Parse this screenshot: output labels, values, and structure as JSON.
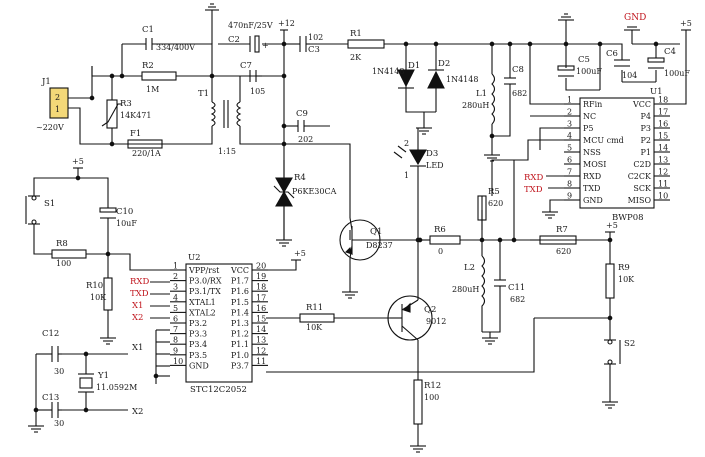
{
  "labels": {
    "C1": "C1",
    "C1_val": "334/400V",
    "C2": "C2",
    "C2_val": "470nF/25V",
    "plus12": "+12",
    "C3_val": "102",
    "C3": "C3",
    "R1": "R1",
    "R1_val": "2K",
    "D1": "D1",
    "D1_val": "1N4148",
    "D2": "D2",
    "D2_val": "1N4148",
    "L1": "L1",
    "L1_val": "280uH",
    "C8": "C8",
    "C8_val": "682",
    "C5": "C5",
    "C5_val": "100uF",
    "C6": "C6",
    "C6_val": "104",
    "C4": "C4",
    "C4_val": "100uF",
    "GND": "GND",
    "plus5_top": "+5",
    "J1": "J1",
    "J1_pin2": "2",
    "J1_pin1": "1",
    "J1_val": "~220V",
    "R2": "R2",
    "R2_val": "1M",
    "R3": "R3",
    "R3_val": "14K471",
    "F1": "F1",
    "F1_val": "220/1A",
    "C7": "C7",
    "C7_val": "105",
    "T1": "T1",
    "T1_val": "1:15",
    "C9": "C9",
    "C9_val": "202",
    "R4": "R4",
    "R4_val": "P6KE30CA",
    "D3": "D3",
    "D3_val": "LED",
    "D3_pin1": "1",
    "D3_pin2": "2",
    "R5": "R5",
    "R5_val": "620",
    "R6": "R6",
    "R6_val": "0",
    "R7": "R7",
    "R7_val": "620",
    "Q1": "Q1",
    "Q1_val": "D8237",
    "Q2": "Q2",
    "Q2_val": "9012",
    "L2": "L2",
    "L2_val": "280uH",
    "C11": "C11",
    "C11_val": "682",
    "S1": "S1",
    "plus5_s1": "+5",
    "C10": "C10",
    "C10_val": "10uF",
    "R8": "R8",
    "R8_val": "100",
    "R10": "R10",
    "R10_val": "10K",
    "R11": "R11",
    "R11_val": "10K",
    "R12": "R12",
    "R12_val": "100",
    "R9": "R9",
    "R9_val": "10K",
    "plus5_r9": "+5",
    "S2": "S2",
    "C12": "C12",
    "C12_val": "30",
    "C13": "C13",
    "C13_val": "30",
    "Y1": "Y1",
    "Y1_val": "11.0592M",
    "X1": "X1",
    "X2": "X2",
    "RXD": "RXD",
    "TXD": "TXD",
    "X1_net": "X1",
    "X2_net": "X2",
    "RXD_u1": "RXD",
    "TXD_u1": "TXD",
    "plus5_u2": "+5"
  },
  "u2": {
    "ref": "U2",
    "part": "STC12C2052",
    "left_pins": [
      {
        "num": "1",
        "name": "VPP/rst"
      },
      {
        "num": "2",
        "name": "P3.0/RX"
      },
      {
        "num": "3",
        "name": "P3.1/TX"
      },
      {
        "num": "4",
        "name": "XTAL1"
      },
      {
        "num": "5",
        "name": "XTAL2"
      },
      {
        "num": "6",
        "name": "P3.2"
      },
      {
        "num": "7",
        "name": "P3.3"
      },
      {
        "num": "8",
        "name": "P3.4"
      },
      {
        "num": "9",
        "name": "P3.5"
      },
      {
        "num": "10",
        "name": "GND"
      }
    ],
    "right_pins": [
      {
        "num": "20",
        "name": "VCC"
      },
      {
        "num": "19",
        "name": "P1.7"
      },
      {
        "num": "18",
        "name": "P1.6"
      },
      {
        "num": "17",
        "name": "P1.5"
      },
      {
        "num": "16",
        "name": "P1.4"
      },
      {
        "num": "15",
        "name": "P1.3"
      },
      {
        "num": "14",
        "name": "P1.2"
      },
      {
        "num": "13",
        "name": "P1.1"
      },
      {
        "num": "12",
        "name": "P1.0"
      },
      {
        "num": "11",
        "name": "P3.7"
      }
    ]
  },
  "u1": {
    "ref": "U1",
    "part": "BWP08",
    "left_pins": [
      {
        "num": "1",
        "name": "RFin"
      },
      {
        "num": "2",
        "name": "NC"
      },
      {
        "num": "3",
        "name": "P5"
      },
      {
        "num": "4",
        "name": "MCU cmd"
      },
      {
        "num": "5",
        "name": "NSS"
      },
      {
        "num": "6",
        "name": "MOSI"
      },
      {
        "num": "7",
        "name": "RXD"
      },
      {
        "num": "8",
        "name": "TXD"
      },
      {
        "num": "9",
        "name": "GND"
      }
    ],
    "right_pins": [
      {
        "num": "18",
        "name": "VCC"
      },
      {
        "num": "17",
        "name": "P4"
      },
      {
        "num": "16",
        "name": "P3"
      },
      {
        "num": "15",
        "name": "P2"
      },
      {
        "num": "14",
        "name": "P1"
      },
      {
        "num": "13",
        "name": "C2D"
      },
      {
        "num": "12",
        "name": "C2CK"
      },
      {
        "num": "11",
        "name": "SCK"
      },
      {
        "num": "10",
        "name": "MISO"
      }
    ]
  },
  "colors": {
    "wire": "#111111",
    "net_label": "#c0141c",
    "ground": "#111111"
  }
}
